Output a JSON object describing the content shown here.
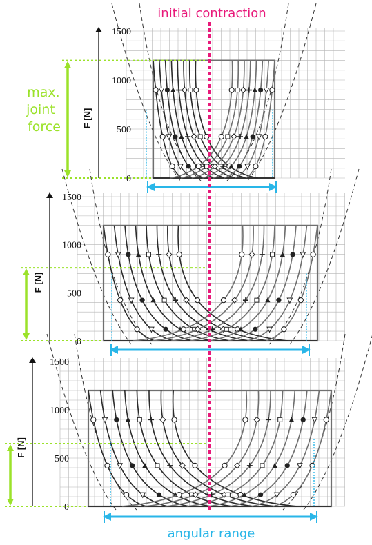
{
  "annotations": {
    "top_label": "initial contraction",
    "bottom_label": "angular range",
    "side_label_lines": [
      "max.",
      "joint",
      "force"
    ],
    "colors": {
      "pink": "#e8197a",
      "green": "#9be22a",
      "cyan": "#29b6e8",
      "dark": "#2b2b2b",
      "mid": "#6f6f6f",
      "grid": "#b5b5b5"
    }
  },
  "chart_data": [
    {
      "type": "line",
      "ylabel": "F [N]",
      "yticks": [
        "1500",
        "1000",
        "500",
        "0"
      ],
      "ylim": [
        0,
        1500
      ],
      "max_joint_force": 1200,
      "angular_range": "narrow",
      "series": [
        {
          "side": "left",
          "markers": [
            "circle",
            "triangle-down",
            "dot",
            "triangle-up",
            "plus",
            "diamond",
            "square",
            "circle"
          ]
        },
        {
          "side": "right",
          "markers": [
            "circle",
            "triangle-down",
            "dot",
            "triangle-up",
            "plus",
            "diamond",
            "square",
            "circle"
          ]
        }
      ]
    },
    {
      "type": "line",
      "ylabel": "F [N]",
      "yticks": [
        "1500",
        "1000",
        "500",
        "0"
      ],
      "ylim": [
        0,
        1500
      ],
      "max_joint_force": 760,
      "angular_range": "wide",
      "series": [
        {
          "side": "left",
          "markers": [
            "circle",
            "triangle-down",
            "dot",
            "triangle-up",
            "square",
            "plus",
            "diamond",
            "circle"
          ]
        },
        {
          "side": "right",
          "markers": [
            "circle",
            "triangle-down",
            "dot",
            "triangle-up",
            "square",
            "plus",
            "diamond",
            "circle"
          ]
        }
      ]
    },
    {
      "type": "line",
      "ylabel": "F [N]",
      "yticks": [
        "1500",
        "1000",
        "500",
        "0"
      ],
      "ylim": [
        0,
        1500
      ],
      "max_joint_force": 650,
      "angular_range": "wide",
      "series": [
        {
          "side": "left",
          "markers": [
            "circle",
            "triangle-down",
            "dot",
            "triangle-up",
            "square",
            "plus",
            "diamond",
            "circle"
          ]
        },
        {
          "side": "right",
          "markers": [
            "circle",
            "triangle-down",
            "dot",
            "triangle-up",
            "square",
            "plus",
            "diamond",
            "circle"
          ]
        }
      ]
    }
  ]
}
